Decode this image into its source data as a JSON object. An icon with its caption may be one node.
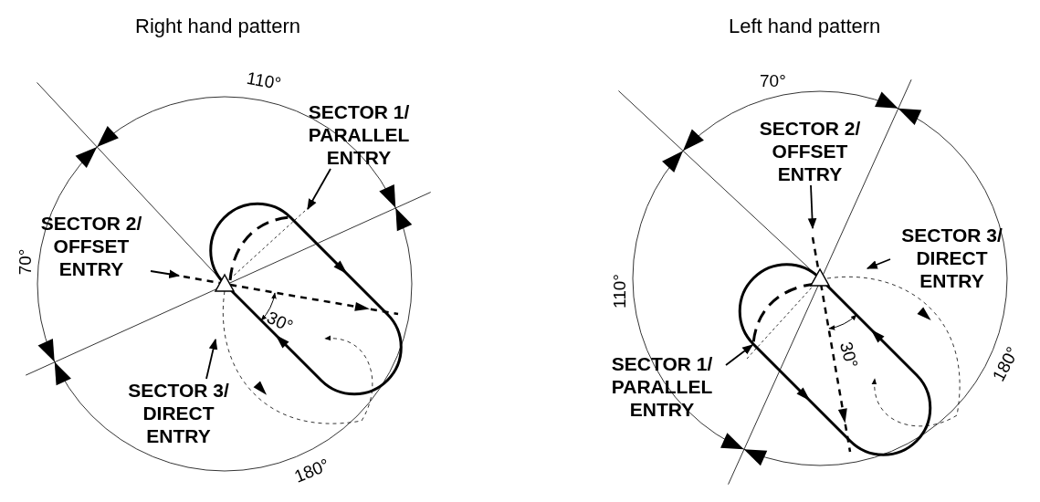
{
  "diagram": {
    "nodes": [
      {
        "text": [
          "SECTOR 1/ PARALLEL ENTRY"
        ]
      },
      {
        "text": [
          "SECTOR 2/ OFFSET ENTRY"
        ]
      },
      {
        "text": [
          "SECTOR 3/ DIRECT ENTRY"
        ]
      },
      {
        "text": [
          "SECTOR 2/ OFFSET ENTRY"
        ]
      },
      {
        "text": [
          "SECTOR 3/ DIRECT ENTRY"
        ]
      },
      {
        "text": [
          "SECTOR 1/ PARALLEL ENTRY"
        ]
      }
    ],
    "edges": [
      {
        "from": 0,
        "to": null,
        "arrow": "to"
      },
      {
        "from": 1,
        "to": null,
        "arrow": "to"
      },
      {
        "from": 2,
        "to": null,
        "arrow": "to"
      },
      {
        "from": 3,
        "to": null,
        "arrow": "to"
      },
      {
        "from": 4,
        "to": null,
        "arrow": "to"
      },
      {
        "from": 5,
        "to": null,
        "arrow": "to"
      }
    ],
    "labels": [
      "Right hand pattern",
      "Left hand pattern",
      "110°",
      "70°",
      "30°",
      "180°",
      "70°",
      "110°",
      "30°",
      "180°"
    ]
  }
}
